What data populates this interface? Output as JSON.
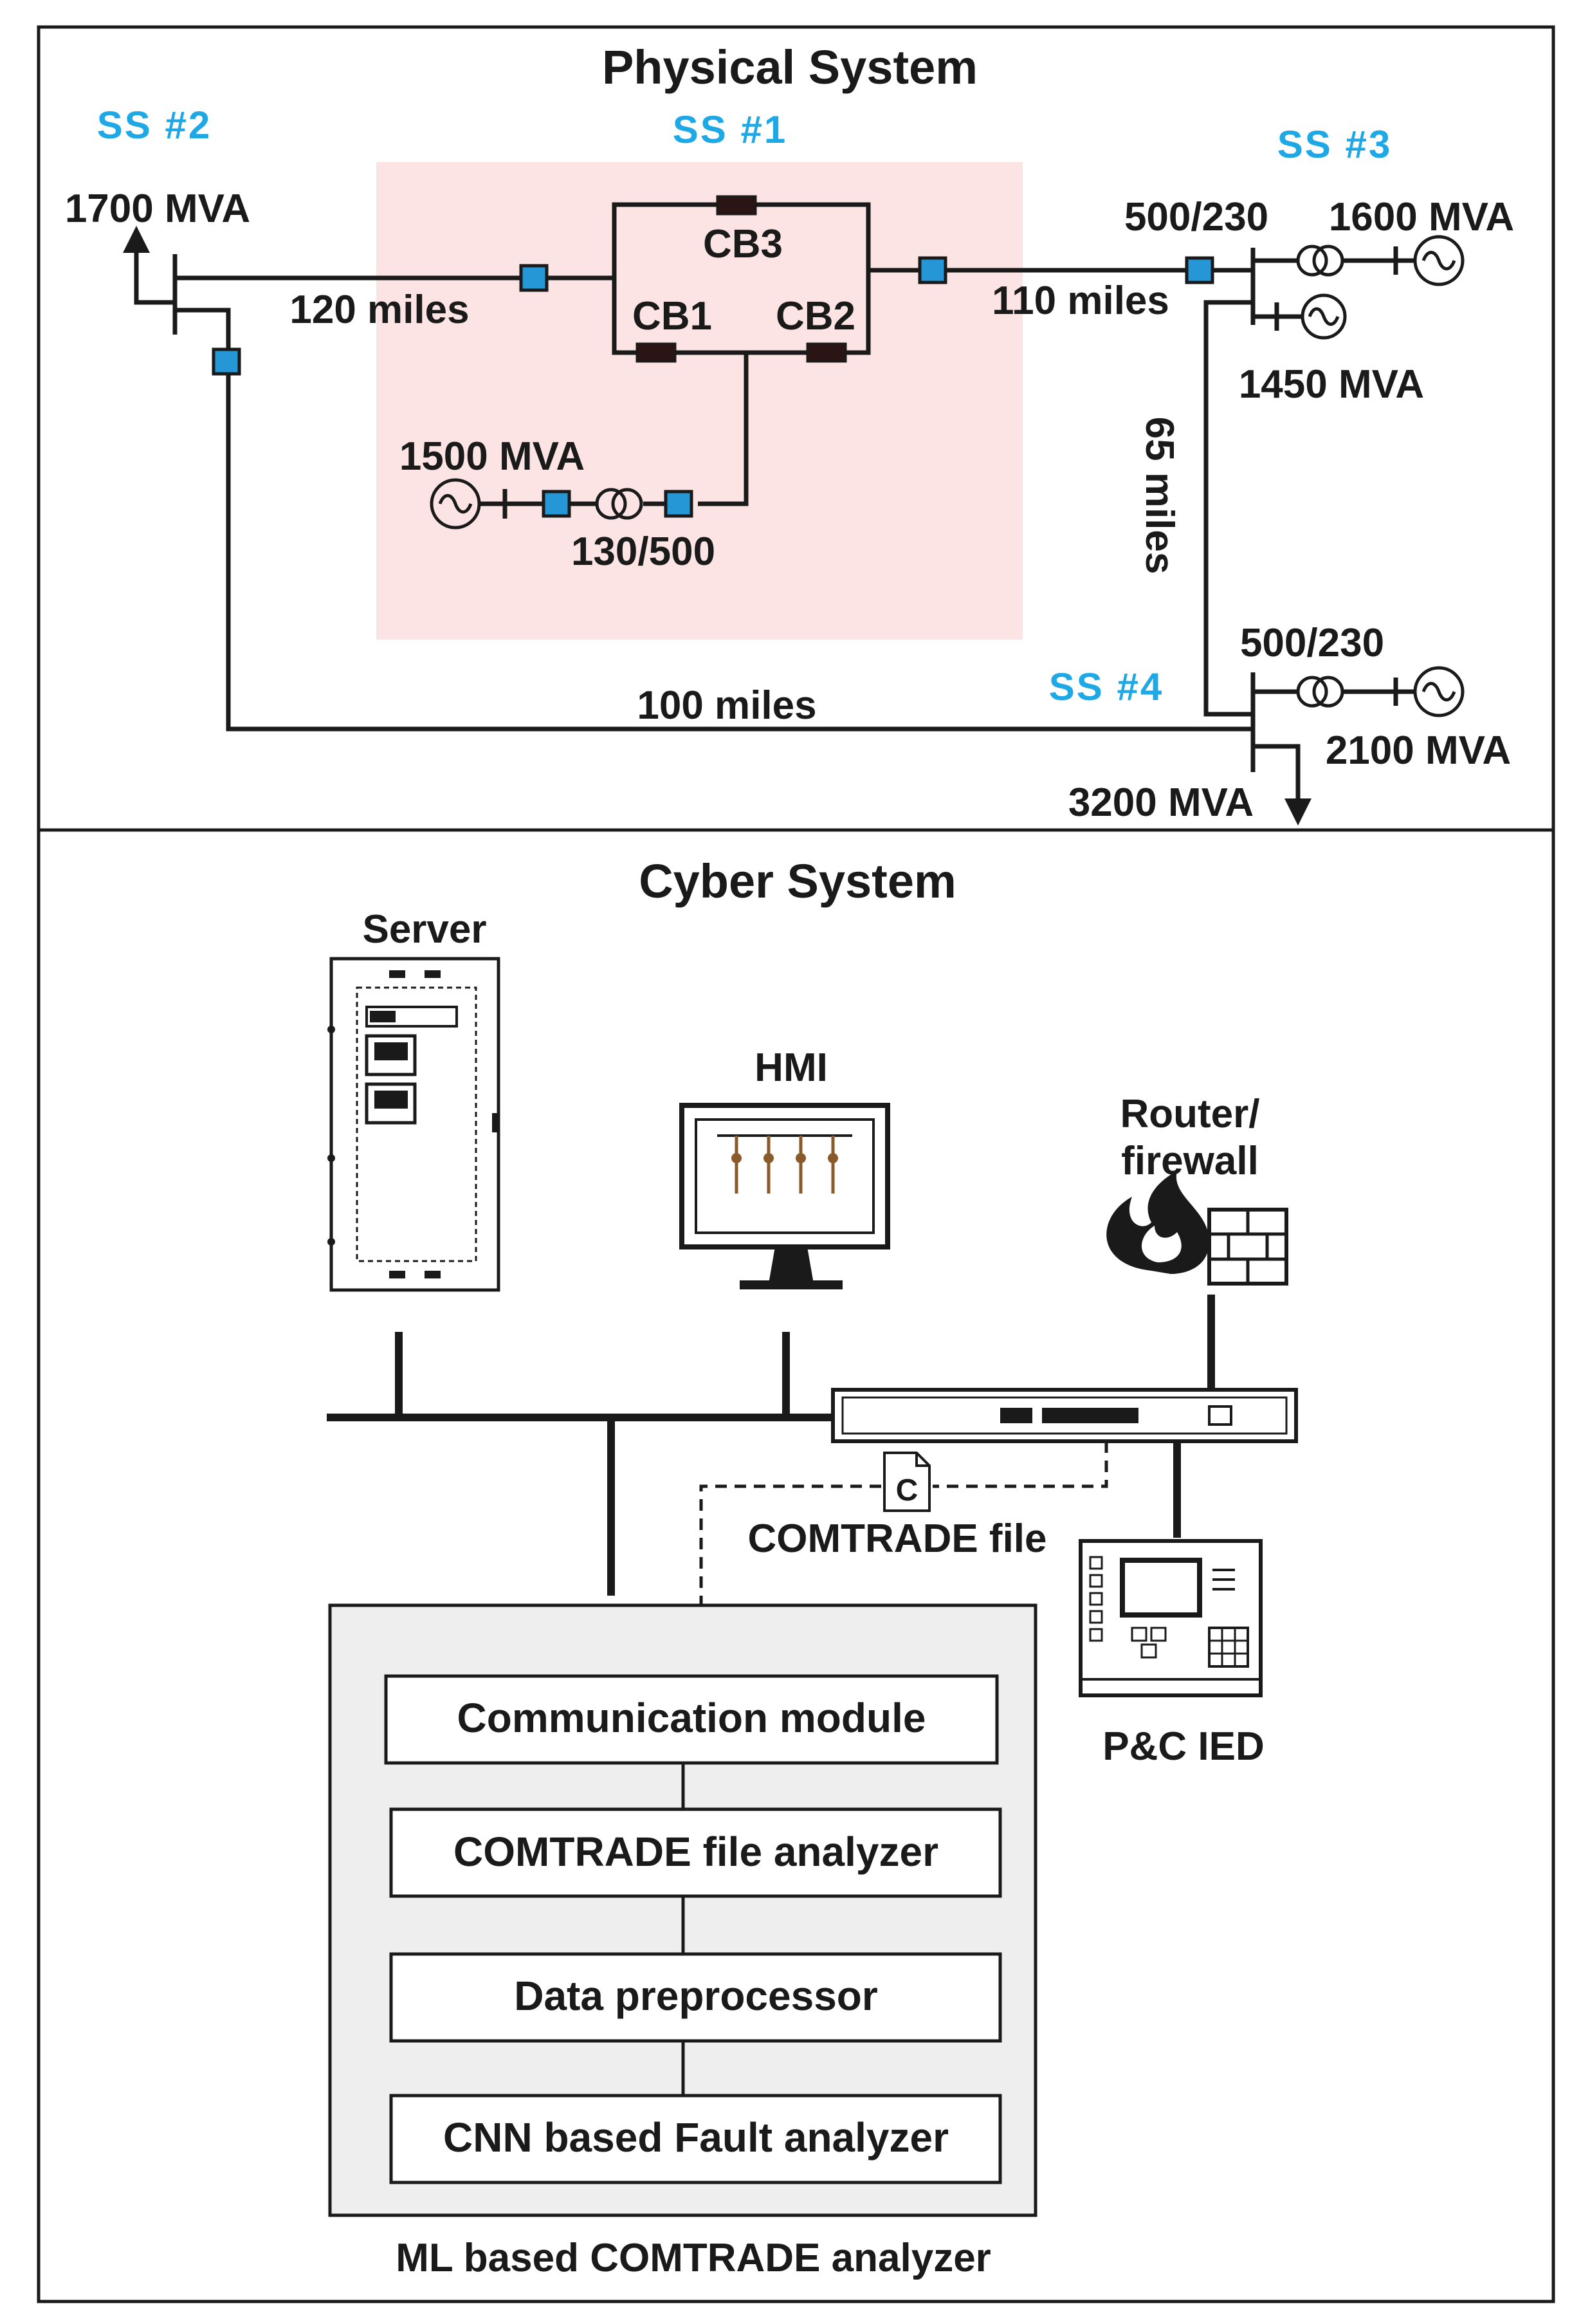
{
  "physical": {
    "title": "Physical System",
    "ss1": "SS #1",
    "ss2": "SS #2",
    "ss3": "SS #3",
    "ss4": "SS #4",
    "cb1": "CB1",
    "cb2": "CB2",
    "cb3": "CB3",
    "load_ss2": "1700 MVA",
    "line_120": "120 miles",
    "line_110": "110 miles",
    "line_100": "100 miles",
    "line_65": "65 miles",
    "gen_ss1": "1500 MVA",
    "xfmr_ss1": "130/500",
    "xfmr_ss3": "500/230",
    "gen_ss3_a": "1600 MVA",
    "gen_ss3_b": "1450 MVA",
    "xfmr_ss4": "500/230",
    "gen_ss4": "2100 MVA",
    "load_ss4": "3200 MVA"
  },
  "cyber": {
    "title": "Cyber System",
    "server": "Server",
    "hmi": "HMI",
    "router_line1": "Router/",
    "router_line2": "firewall",
    "comtrade_icon": "C",
    "comtrade_file": "COMTRADE file",
    "ied": "P&C IED",
    "analyzer": {
      "caption": "ML based COMTRADE analyzer",
      "modules": [
        "Communication module",
        "COMTRADE file analyzer",
        "Data preprocessor",
        "CNN based Fault analyzer"
      ]
    }
  },
  "colors": {
    "ss_label": "#1ea8e6",
    "substation_highlight": "#fde4e4",
    "current_transformer": "#2596d6",
    "breaker": "#2a1414",
    "analyzer_panel": "#eeeeee"
  },
  "icons": [
    "generator-icon",
    "transformer-icon",
    "arrow-icon",
    "server-icon",
    "monitor-icon",
    "firewall-icon",
    "switch-icon",
    "file-icon",
    "ied-icon"
  ]
}
